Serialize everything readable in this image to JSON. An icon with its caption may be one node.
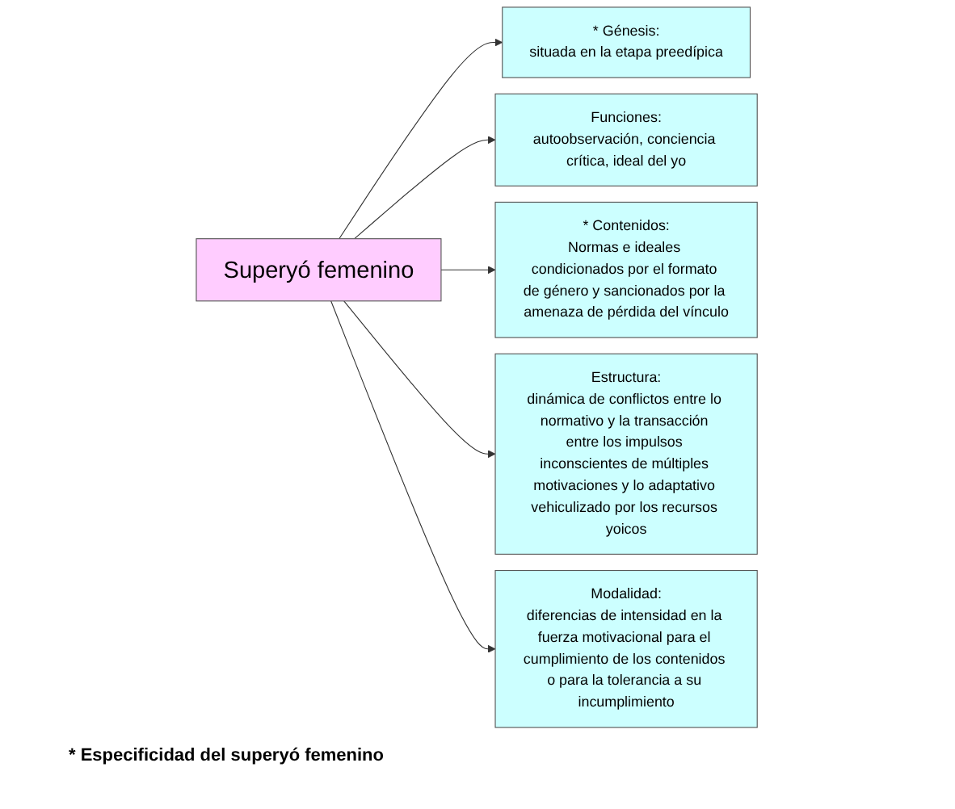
{
  "diagram": {
    "nodes": [
      {
        "text": [
          "Superyó femenino"
        ]
      },
      {
        "text": [
          "* Génesis:",
          "situada en la etapa preedípica"
        ]
      },
      {
        "text": [
          "Funciones:",
          "autoobservación, conciencia crítica, ideal del yo"
        ]
      },
      {
        "text": [
          "* Contenidos:",
          "Normas e ideales condicionados por el formato de género y sancionados por la amenaza de pérdida del vínculo"
        ]
      },
      {
        "text": [
          "Estructura:",
          "dinámica de conflictos entre lo normativo y la transacción entre los impulsos inconscientes de múltiples motivaciones y lo adaptativo vehiculizado por los recursos yoicos"
        ]
      },
      {
        "text": [
          "Modalidad:",
          "diferencias de intensidad en la fuerza motivacional para el cumplimiento de los contenidos o para la tolerancia a su incumplimiento"
        ]
      }
    ],
    "edges": [
      {
        "from": 0,
        "to": 1,
        "arrow": "to"
      },
      {
        "from": 0,
        "to": 2,
        "arrow": "to"
      },
      {
        "from": 0,
        "to": 3,
        "arrow": "to"
      },
      {
        "from": 0,
        "to": 4,
        "arrow": "to"
      },
      {
        "from": 0,
        "to": 5,
        "arrow": "to"
      }
    ],
    "labels": [
      "* Especificidad del superyó femenino"
    ]
  }
}
